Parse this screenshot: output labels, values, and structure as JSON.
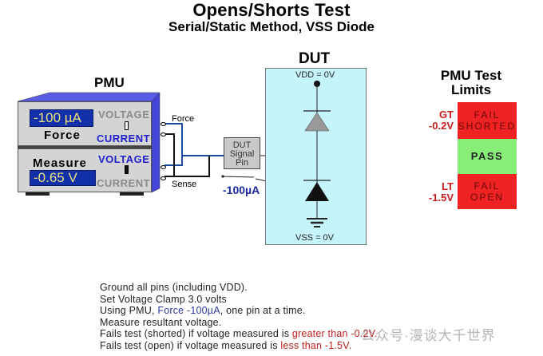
{
  "title": "Opens/Shorts Test",
  "subtitle": "Serial/Static Method, VSS Diode",
  "pmu": {
    "label": "PMU",
    "force_unit": {
      "display": "-100 µA",
      "name": "Force",
      "mode_voltage": "VOLTAGE",
      "mode_current": "CURRENT",
      "selected_mode": "CURRENT"
    },
    "measure_unit": {
      "display": "-0.65 V",
      "name": "Measure",
      "mode_voltage": "VOLTAGE",
      "mode_current": "CURRENT",
      "selected_mode": "VOLTAGE"
    },
    "force_line_label": "Force",
    "sense_line_label": "Sense"
  },
  "dut_pin": {
    "line1": "DUT",
    "line2": "Signal",
    "line3": "Pin"
  },
  "current_label": "-100µA",
  "dut": {
    "label": "DUT",
    "vdd": "VDD = 0V",
    "vss": "VSS = 0V"
  },
  "limits": {
    "title_line1": "PMU Test",
    "title_line2": "Limits",
    "gt_label": "GT",
    "gt_value": "-0.2V",
    "lt_label": "LT",
    "lt_value": "-1.5V",
    "fail_shorted_line1": "FAIL",
    "fail_shorted_line2": "SHORTED",
    "pass": "PASS",
    "fail_open_line1": "FAIL",
    "fail_open_line2": "OPEN"
  },
  "notes": {
    "line1": "Ground all pins (including VDD).",
    "line2": "Set Voltage Clamp 3.0 volts",
    "line3_a": "Using PMU, ",
    "line3_b": "Force -100µA",
    "line3_c": ", one pin at a time.",
    "line4": "Measure resultant voltage.",
    "line5_a": "Fails test (shorted) if voltage measured is ",
    "line5_b": "greater than -0.2V.",
    "line6_a": "Fails test (open) if voltage measured is ",
    "line6_b": "less than -1.5V."
  },
  "watermark": "公众号·漫谈大千世界",
  "colors": {
    "pmu_body": "#d4d4d4",
    "pmu_side": "#4a4de0",
    "display_bg": "#1230a8",
    "dut_bg": "#c6f4fb",
    "fail_red": "#ee2222",
    "pass_green": "#88ee77",
    "accent_blue": "#2020d0"
  }
}
